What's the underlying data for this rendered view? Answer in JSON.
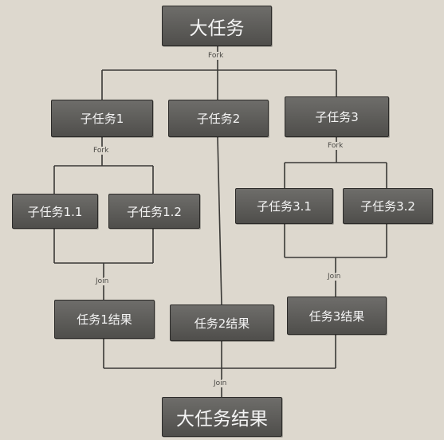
{
  "nodes": {
    "root": "大任务",
    "sub1": "子任务1",
    "sub2": "子任务2",
    "sub3": "子任务3",
    "sub1_1": "子任务1.1",
    "sub1_2": "子任务1.2",
    "sub3_1": "子任务3.1",
    "sub3_2": "子任务3.2",
    "res1": "任务1结果",
    "res2": "任务2结果",
    "res3": "任务3结果",
    "final": "大任务结果"
  },
  "labels": {
    "fork_root": "Fork",
    "fork_1": "Fork",
    "fork_3": "Fork",
    "join_1": "Join",
    "join_3": "Join",
    "join_final": "Join"
  },
  "colors": {
    "box_fill": "#5e5d5a",
    "box_text": "#f4f4f4",
    "line": "#3a3936",
    "background": "#ddd8ce"
  }
}
